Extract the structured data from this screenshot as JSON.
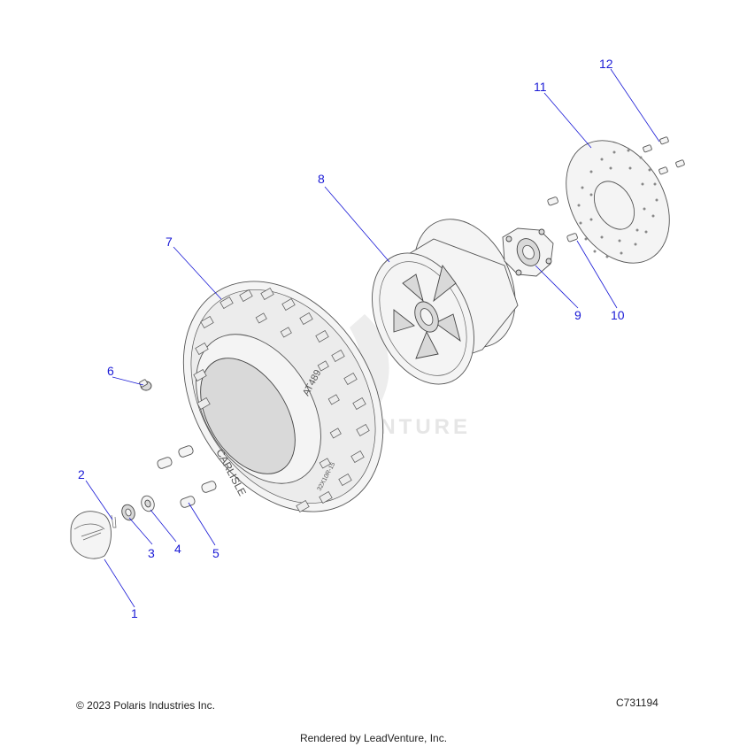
{
  "callouts": [
    {
      "number": "1"
    },
    {
      "number": "2"
    },
    {
      "number": "3"
    },
    {
      "number": "4"
    },
    {
      "number": "5"
    },
    {
      "number": "6"
    },
    {
      "number": "7"
    },
    {
      "number": "8"
    },
    {
      "number": "9"
    },
    {
      "number": "10"
    },
    {
      "number": "11"
    },
    {
      "number": "12"
    }
  ],
  "footer": {
    "copyright": "© 2023 Polaris Industries Inc.",
    "diagram_id": "C731194",
    "rendered_by": "Rendered by LeadVenture, Inc."
  },
  "watermark": {
    "text": "LEADVENTURE"
  },
  "tire_markings": {
    "model": "AT489",
    "brand": "CARLISLE",
    "size": "32X10R-15"
  },
  "colors": {
    "callout": "#1a1ad6",
    "line": "#555555",
    "part_fill": "#f4f4f4",
    "watermark": "#e6e6e6"
  }
}
